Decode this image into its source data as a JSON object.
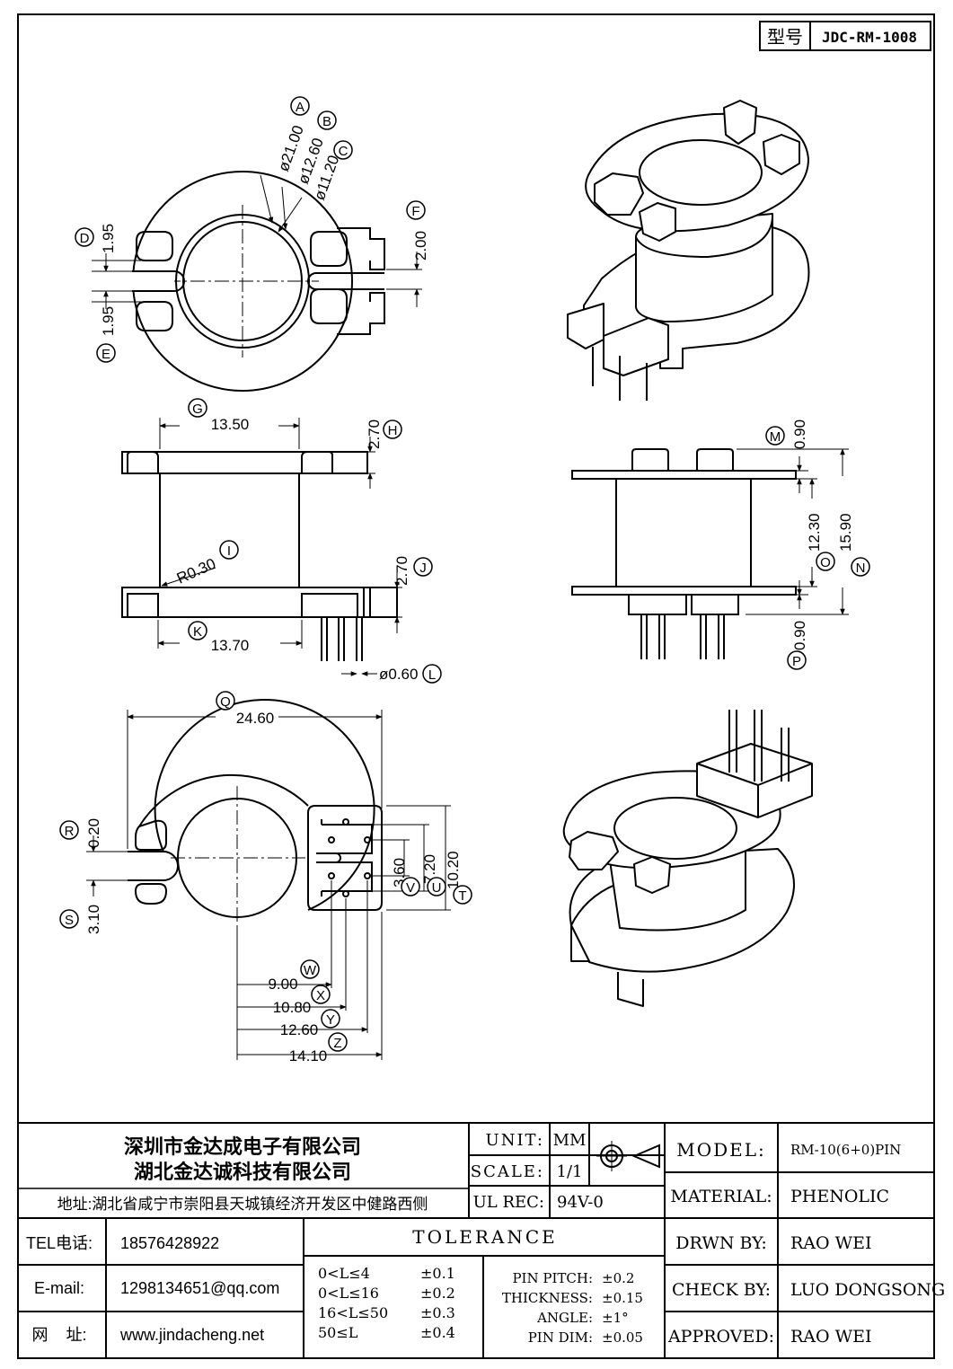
{
  "model_box": {
    "label": "型号",
    "value": "JDC-RM-1008"
  },
  "dims": {
    "A": {
      "letter": "A",
      "value": "ø21.00"
    },
    "B": {
      "letter": "B",
      "value": "ø12.60"
    },
    "C": {
      "letter": "C",
      "value": "ø11.20"
    },
    "D": {
      "letter": "D",
      "value": "1.95"
    },
    "E": {
      "letter": "E",
      "value": "1.95"
    },
    "F": {
      "letter": "F",
      "value": "2.00"
    },
    "G": {
      "letter": "G",
      "value": "13.50"
    },
    "H": {
      "letter": "H",
      "value": "2.70"
    },
    "I": {
      "letter": "I",
      "value": "R0.30"
    },
    "J": {
      "letter": "J",
      "value": "2.70"
    },
    "K": {
      "letter": "K",
      "value": "13.70"
    },
    "L": {
      "letter": "L",
      "value": "ø0.60"
    },
    "M": {
      "letter": "M",
      "value": "0.90"
    },
    "N": {
      "letter": "N",
      "value": "15.90"
    },
    "O": {
      "letter": "O",
      "value": "12.30"
    },
    "P": {
      "letter": "P",
      "value": "0.90"
    },
    "Q": {
      "letter": "Q",
      "value": "24.60"
    },
    "R": {
      "letter": "R",
      "value": "0.20"
    },
    "S": {
      "letter": "S",
      "value": "3.10"
    },
    "T": {
      "letter": "T",
      "value": "10.20"
    },
    "U": {
      "letter": "U",
      "value": "7.20"
    },
    "V": {
      "letter": "V",
      "value": "3.60"
    },
    "W": {
      "letter": "W",
      "value": "9.00"
    },
    "X": {
      "letter": "X",
      "value": "10.80"
    },
    "Y": {
      "letter": "Y",
      "value": "12.60"
    },
    "Z": {
      "letter": "Z",
      "value": "14.10"
    }
  },
  "title_block": {
    "company1": "深圳市金达成电子有限公司",
    "company2": "湖北金达诚科技有限公司",
    "address": "地址:湖北省咸宁市崇阳县天城镇经济开发区中健路西侧",
    "tel_label": "TEL电话:",
    "tel": "18576428922",
    "email_label": "E-mail:",
    "email": "1298134651@qq.com",
    "web_label": "网    址:",
    "web": "www.jindacheng.net",
    "unit_label": "UNIT:",
    "unit": "MM",
    "scale_label": "SCALE:",
    "scale": "1/1",
    "ul_label": "UL REC:",
    "ul": "94V-0",
    "tolerance_title": "TOLERANCE",
    "tol_rows": [
      {
        "range": "0<L≤4",
        "tol": "±0.1"
      },
      {
        "range": "0<L≤16",
        "tol": "±0.2"
      },
      {
        "range": "16<L≤50",
        "tol": "±0.3"
      },
      {
        "range": "50≤L",
        "tol": "±0.4"
      }
    ],
    "tol_extra": [
      {
        "label": "PIN PITCH:",
        "tol": "±0.2"
      },
      {
        "label": "THICKNESS:",
        "tol": "±0.15"
      },
      {
        "label": "ANGLE:",
        "tol": "±1°"
      },
      {
        "label": "PIN DIM:",
        "tol": "±0.05"
      }
    ],
    "model_label": "MODEL:",
    "model": "RM-10(6+0)PIN",
    "material_label": "MATERIAL:",
    "material": "PHENOLIC",
    "drawn_label": "DRWN BY:",
    "drawn": "RAO WEI",
    "check_label": "CHECK BY:",
    "check": "LUO DONGSONG",
    "approved_label": "APPROVED:",
    "approved": "RAO WEI"
  }
}
